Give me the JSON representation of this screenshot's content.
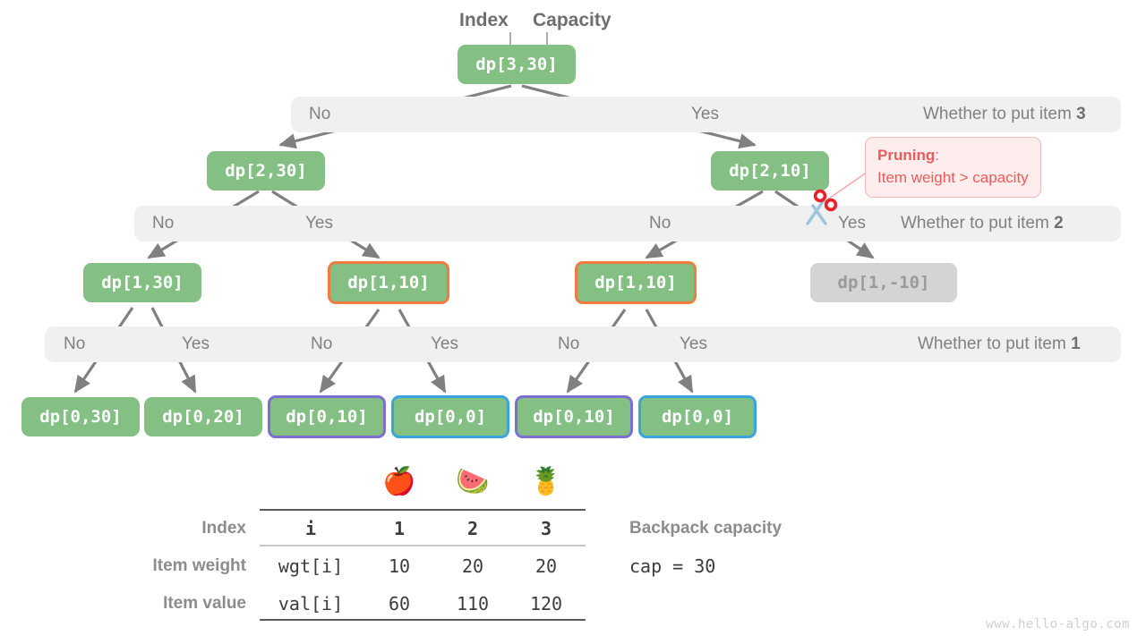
{
  "annotations": {
    "index_label": "Index",
    "capacity_label": "Capacity"
  },
  "levels": [
    {
      "no": "No",
      "yes": "Yes",
      "question_prefix": "Whether to put item ",
      "question_item": "3"
    },
    {
      "no": "No",
      "yes": "Yes",
      "no2": "No",
      "yes2": "Yes",
      "question_prefix": "Whether to put item ",
      "question_item": "2"
    },
    {
      "no": "No",
      "yes": "Yes",
      "no2": "No",
      "yes2": "Yes",
      "no3": "No",
      "yes3": "Yes",
      "question_prefix": "Whether to put item ",
      "question_item": "1"
    }
  ],
  "nodes": {
    "root": "dp[3,30]",
    "l1": [
      "dp[2,30]",
      "dp[2,10]"
    ],
    "l2": [
      "dp[1,30]",
      "dp[1,10]",
      "dp[1,10]",
      "dp[1,-10]"
    ],
    "l3": [
      "dp[0,30]",
      "dp[0,20]",
      "dp[0,10]",
      "dp[0,0]",
      "dp[0,10]",
      "dp[0,0]"
    ]
  },
  "pruning": {
    "title": "Pruning",
    "colon": ":",
    "reason": "Item weight > capacity",
    "icon": "scissors-icon"
  },
  "table": {
    "fruits": [
      "apple-icon",
      "watermelon-icon",
      "pineapple-icon"
    ],
    "fruit_glyphs": [
      "🍎",
      "🍉",
      "🍍"
    ],
    "row_labels": [
      "Index",
      "Item weight",
      "Item value"
    ],
    "keys": [
      "i",
      "wgt[i]",
      "val[i]"
    ],
    "index": [
      "1",
      "2",
      "3"
    ],
    "weight": [
      "10",
      "20",
      "20"
    ],
    "value": [
      "60",
      "110",
      "120"
    ]
  },
  "capacity": {
    "label": "Backpack capacity",
    "value": "cap = 30"
  },
  "watermark": "www.hello-algo.com",
  "colors": {
    "node_green": "#84bf84",
    "node_gray": "#d4d4d4",
    "band_gray": "#f0f0f0",
    "edge_gray": "#808080",
    "orange": "#ef7b3e",
    "purple": "#7b6fd0",
    "blue": "#3aa5dd",
    "pruning_red": "#ec5b5b"
  }
}
